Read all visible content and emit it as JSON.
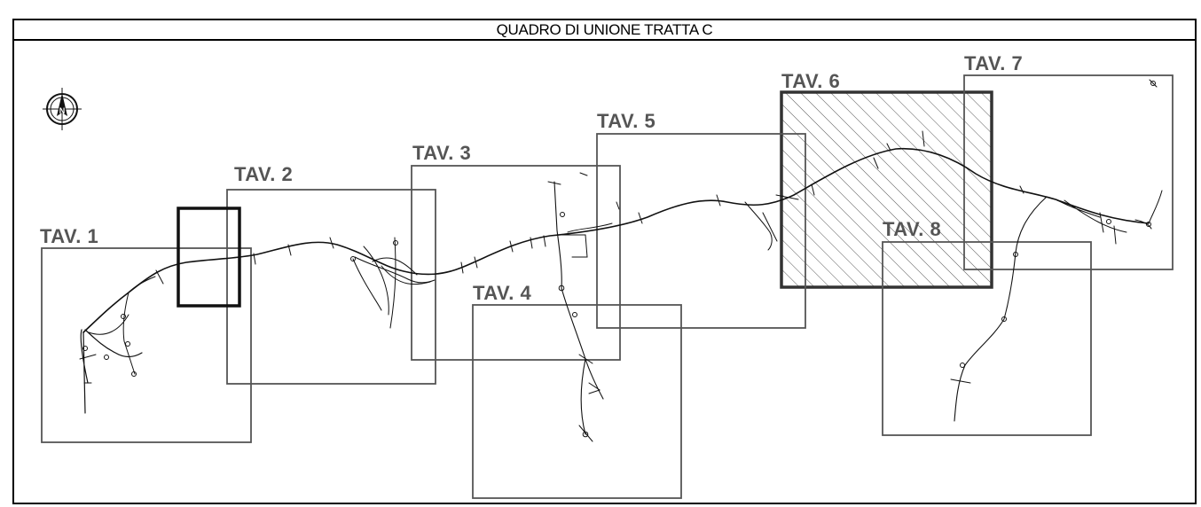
{
  "title": "QUADRO DI UNIONE TRATTA C",
  "icons": {
    "north_arrow": "north-arrow-icon",
    "north_letter": "N"
  },
  "colors": {
    "frame": "#000000",
    "sheet_border": "#555555",
    "sheet_label": "#555555",
    "highlight": "#333333",
    "route": "#111111"
  },
  "sheets": [
    {
      "id": "tav-1",
      "label": "TAV. 1"
    },
    {
      "id": "tav-2",
      "label": "TAV. 2"
    },
    {
      "id": "tav-3",
      "label": "TAV. 3"
    },
    {
      "id": "tav-4",
      "label": "TAV. 4"
    },
    {
      "id": "tav-5",
      "label": "TAV. 5"
    },
    {
      "id": "tav-6",
      "label": "TAV. 6",
      "highlighted": true
    },
    {
      "id": "tav-7",
      "label": "TAV. 7"
    },
    {
      "id": "tav-8",
      "label": "TAV. 8"
    }
  ]
}
